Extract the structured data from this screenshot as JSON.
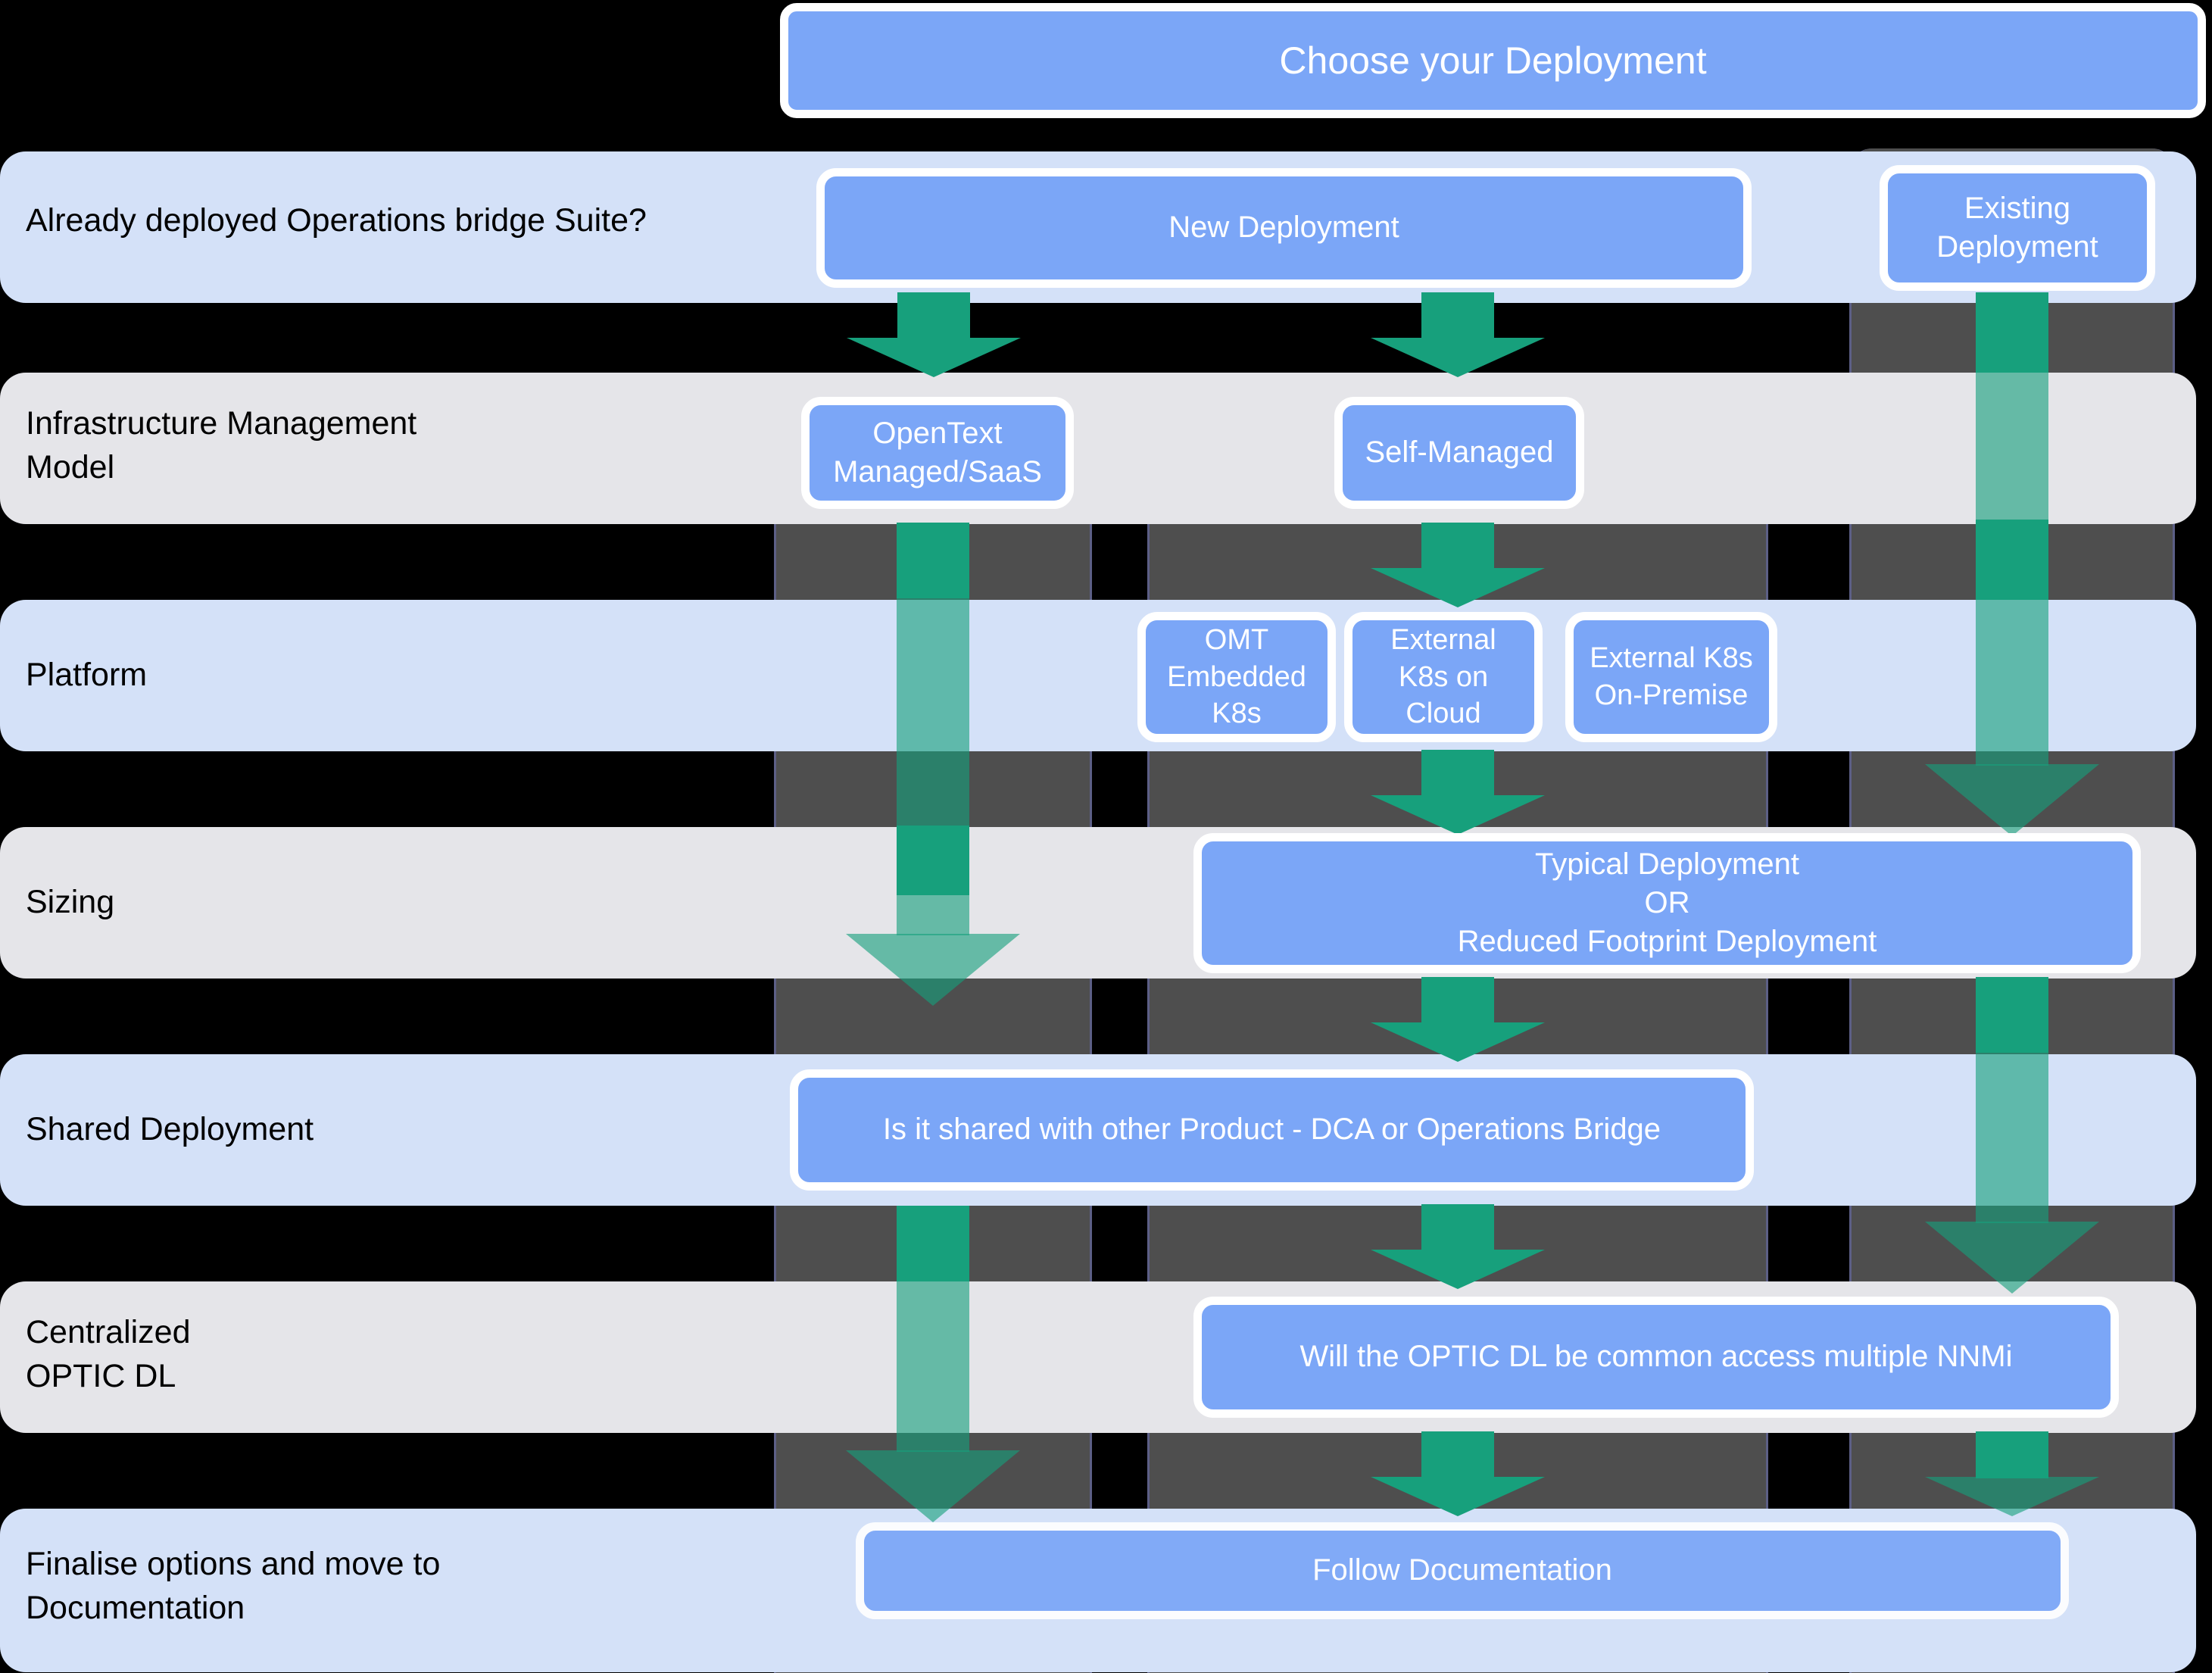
{
  "title": {
    "label": "Choose your Deployment"
  },
  "rows": [
    {
      "name": "already-deployed",
      "label": "Already deployed Operations bridge Suite?"
    },
    {
      "name": "infra-model",
      "label": "Infrastructure Management\nModel"
    },
    {
      "name": "platform",
      "label": "Platform"
    },
    {
      "name": "sizing",
      "label": "Sizing"
    },
    {
      "name": "shared-deployment",
      "label": "Shared Deployment"
    },
    {
      "name": "centralized-optic",
      "label": "Centralized\nOPTIC DL"
    },
    {
      "name": "finalise",
      "label": "Finalise options and move to\nDocumentation"
    }
  ],
  "nodes": {
    "new_deployment": "New Deployment",
    "existing_deployment": "Existing\nDeployment",
    "opentext_managed": "OpenText\nManaged/SaaS",
    "self_managed": "Self-Managed",
    "omt_embedded": "OMT\nEmbedded\nK8s",
    "external_cloud": "External\nK8s on\nCloud",
    "external_onprem": "External K8s\nOn-Premise",
    "sizing_options": "Typical Deployment\nOR\nReduced Footprint  Deployment",
    "shared_question": "Is it shared  with other Product - DCA or Operations Bridge",
    "optic_question": "Will the OPTIC DL be common access multiple NNMi",
    "follow_docs": "Follow Documentation"
  },
  "colors": {
    "node_fill": "#7ba6f7",
    "node_border": "#ffffff",
    "arrow_solid": "#17a07c",
    "arrow_soft": "rgba(23,160,124,0.62)",
    "row_blue": "#d4e1f8",
    "row_gray": "#e5e5e9",
    "band": "rgba(150,150,150,0.52)",
    "background": "#000000"
  }
}
